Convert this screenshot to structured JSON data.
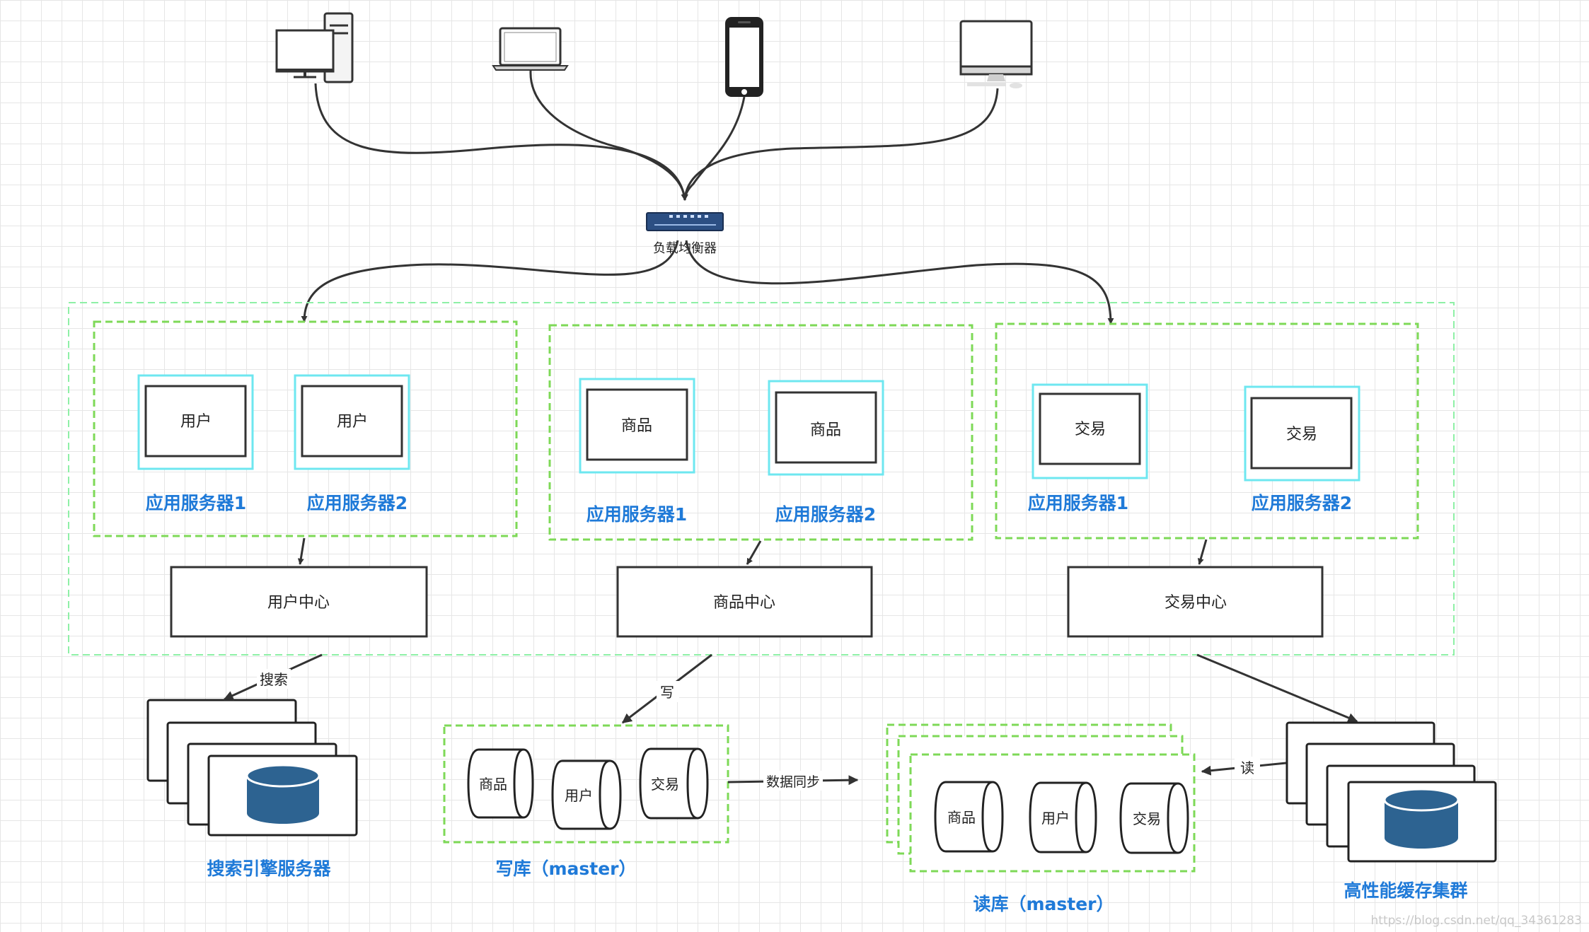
{
  "load_balancer": {
    "label": "负载均衡器"
  },
  "clusters": {
    "user": {
      "app1_box": "用户",
      "app2_box": "用户",
      "app1_label": "应用服务器1",
      "app2_label": "应用服务器2",
      "center": "用户中心"
    },
    "goods": {
      "app1_box": "商品",
      "app2_box": "商品",
      "app1_label": "应用服务器1",
      "app2_label": "应用服务器2",
      "center": "商品中心"
    },
    "trade": {
      "app1_box": "交易",
      "app2_box": "交易",
      "app1_label": "应用服务器1",
      "app2_label": "应用服务器2",
      "center": "交易中心"
    }
  },
  "edges": {
    "search": "搜索",
    "write": "写",
    "sync": "数据同步",
    "read": "读"
  },
  "write_db": {
    "label": "写库（master）",
    "dbs": [
      "商品",
      "用户",
      "交易"
    ]
  },
  "read_db": {
    "label": "读库（master）",
    "dbs": [
      "商品",
      "用户",
      "交易"
    ]
  },
  "search_cluster": {
    "label": "搜索引擎服务器"
  },
  "cache_cluster": {
    "label": "高性能缓存集群"
  },
  "watermark": "https://blog.csdn.net/qq_34361283",
  "colors": {
    "cluster_border": "#7ed957",
    "outer_border": "#8ef0a6",
    "app_border": "#6ee7f0",
    "label": "#1f7ad8",
    "db_fill": "#2d6391"
  },
  "devices": [
    "desktop-pc-icon",
    "laptop-icon",
    "smartphone-icon",
    "imac-icon",
    "network-switch-icon"
  ]
}
